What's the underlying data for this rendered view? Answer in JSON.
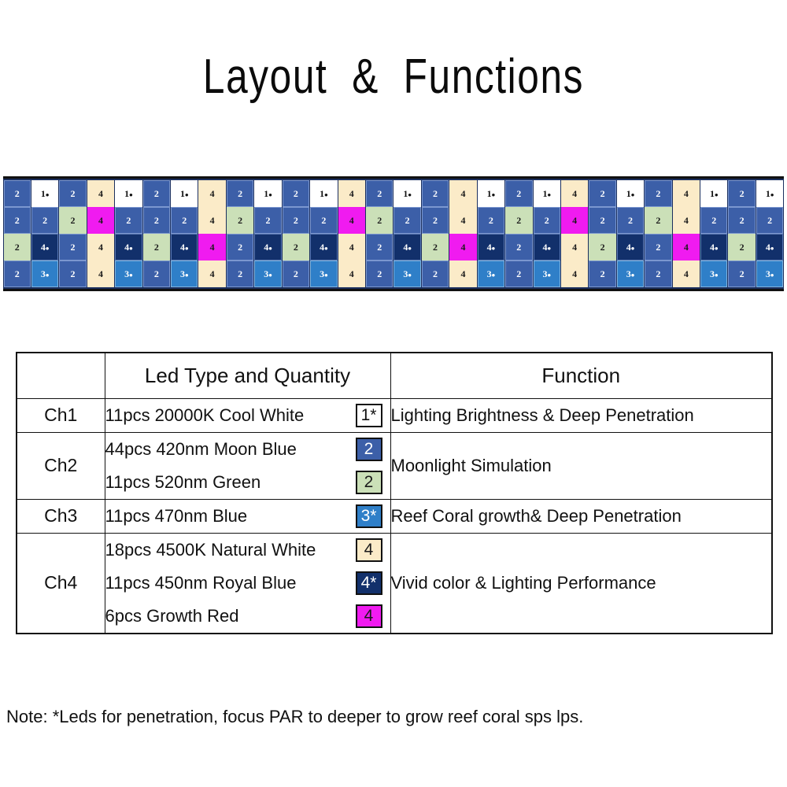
{
  "title": "Layout  &  Functions",
  "panel": {
    "name": "led-layout-panel",
    "colors": {
      "moon_blue": "#3C5FA8",
      "cool_white": "#FFFFFF",
      "natural_white": "#FBEBC8",
      "green": "#CBE0B8",
      "royal_blue": "#12306B",
      "blue_470": "#2F7FC8",
      "growth_red": "#F01BF0",
      "panel_background": "#1B2F5E"
    },
    "rows": [
      [
        {
          "label": "2",
          "cls": "c-blue"
        },
        {
          "label": "1",
          "star": true,
          "cls": "c-white"
        },
        {
          "label": "2",
          "cls": "c-blue"
        },
        {
          "label": "4",
          "cls": "c-cream"
        },
        {
          "label": "1",
          "star": true,
          "cls": "c-white"
        },
        {
          "label": "2",
          "cls": "c-blue"
        },
        {
          "label": "1",
          "star": true,
          "cls": "c-white"
        },
        {
          "label": "4",
          "cls": "c-cream"
        },
        {
          "label": "2",
          "cls": "c-blue"
        },
        {
          "label": "1",
          "star": true,
          "cls": "c-white"
        },
        {
          "label": "2",
          "cls": "c-blue"
        },
        {
          "label": "1",
          "star": true,
          "cls": "c-white"
        },
        {
          "label": "4",
          "cls": "c-cream"
        },
        {
          "label": "2",
          "cls": "c-blue"
        },
        {
          "label": "1",
          "star": true,
          "cls": "c-white"
        },
        {
          "label": "2",
          "cls": "c-blue"
        },
        {
          "label": "4",
          "cls": "c-cream"
        },
        {
          "label": "1",
          "star": true,
          "cls": "c-white"
        },
        {
          "label": "2",
          "cls": "c-blue"
        },
        {
          "label": "1",
          "star": true,
          "cls": "c-white"
        },
        {
          "label": "4",
          "cls": "c-cream"
        },
        {
          "label": "2",
          "cls": "c-blue"
        },
        {
          "label": "1",
          "star": true,
          "cls": "c-white"
        },
        {
          "label": "2",
          "cls": "c-blue"
        },
        {
          "label": "4",
          "cls": "c-cream"
        },
        {
          "label": "1",
          "star": true,
          "cls": "c-white"
        },
        {
          "label": "2",
          "cls": "c-blue"
        },
        {
          "label": "1",
          "star": true,
          "cls": "c-white"
        }
      ],
      [
        {
          "label": "2",
          "cls": "c-blue"
        },
        {
          "label": "2",
          "cls": "c-blue"
        },
        {
          "label": "2",
          "cls": "c-green"
        },
        {
          "label": "4",
          "cls": "c-mag"
        },
        {
          "label": "2",
          "cls": "c-blue"
        },
        {
          "label": "2",
          "cls": "c-blue"
        },
        {
          "label": "2",
          "cls": "c-blue"
        },
        {
          "label": "4",
          "cls": "c-cream"
        },
        {
          "label": "2",
          "cls": "c-green"
        },
        {
          "label": "2",
          "cls": "c-blue"
        },
        {
          "label": "2",
          "cls": "c-blue"
        },
        {
          "label": "2",
          "cls": "c-blue"
        },
        {
          "label": "4",
          "cls": "c-mag"
        },
        {
          "label": "2",
          "cls": "c-green"
        },
        {
          "label": "2",
          "cls": "c-blue"
        },
        {
          "label": "2",
          "cls": "c-blue"
        },
        {
          "label": "4",
          "cls": "c-cream"
        },
        {
          "label": "2",
          "cls": "c-blue"
        },
        {
          "label": "2",
          "cls": "c-green"
        },
        {
          "label": "2",
          "cls": "c-blue"
        },
        {
          "label": "4",
          "cls": "c-mag"
        },
        {
          "label": "2",
          "cls": "c-blue"
        },
        {
          "label": "2",
          "cls": "c-blue"
        },
        {
          "label": "2",
          "cls": "c-green"
        },
        {
          "label": "4",
          "cls": "c-cream"
        },
        {
          "label": "2",
          "cls": "c-blue"
        },
        {
          "label": "2",
          "cls": "c-blue"
        },
        {
          "label": "2",
          "cls": "c-blue"
        }
      ],
      [
        {
          "label": "2",
          "cls": "c-green"
        },
        {
          "label": "4",
          "star": true,
          "cls": "c-navy"
        },
        {
          "label": "2",
          "cls": "c-blue"
        },
        {
          "label": "4",
          "cls": "c-cream"
        },
        {
          "label": "4",
          "star": true,
          "cls": "c-navy"
        },
        {
          "label": "2",
          "cls": "c-green"
        },
        {
          "label": "4",
          "star": true,
          "cls": "c-navy"
        },
        {
          "label": "4",
          "cls": "c-mag"
        },
        {
          "label": "2",
          "cls": "c-blue"
        },
        {
          "label": "4",
          "star": true,
          "cls": "c-navy"
        },
        {
          "label": "2",
          "cls": "c-green"
        },
        {
          "label": "4",
          "star": true,
          "cls": "c-navy"
        },
        {
          "label": "4",
          "cls": "c-cream"
        },
        {
          "label": "2",
          "cls": "c-blue"
        },
        {
          "label": "4",
          "star": true,
          "cls": "c-navy"
        },
        {
          "label": "2",
          "cls": "c-green"
        },
        {
          "label": "4",
          "cls": "c-mag"
        },
        {
          "label": "4",
          "star": true,
          "cls": "c-navy"
        },
        {
          "label": "2",
          "cls": "c-blue"
        },
        {
          "label": "4",
          "star": true,
          "cls": "c-navy"
        },
        {
          "label": "4",
          "cls": "c-cream"
        },
        {
          "label": "2",
          "cls": "c-green"
        },
        {
          "label": "4",
          "star": true,
          "cls": "c-navy"
        },
        {
          "label": "2",
          "cls": "c-blue"
        },
        {
          "label": "4",
          "cls": "c-mag"
        },
        {
          "label": "4",
          "star": true,
          "cls": "c-navy"
        },
        {
          "label": "2",
          "cls": "c-green"
        },
        {
          "label": "4",
          "star": true,
          "cls": "c-navy"
        }
      ],
      [
        {
          "label": "2",
          "cls": "c-blue"
        },
        {
          "label": "3",
          "star": true,
          "cls": "c-ltblue"
        },
        {
          "label": "2",
          "cls": "c-blue"
        },
        {
          "label": "4",
          "cls": "c-cream"
        },
        {
          "label": "3",
          "star": true,
          "cls": "c-ltblue"
        },
        {
          "label": "2",
          "cls": "c-blue"
        },
        {
          "label": "3",
          "star": true,
          "cls": "c-ltblue"
        },
        {
          "label": "4",
          "cls": "c-cream"
        },
        {
          "label": "2",
          "cls": "c-blue"
        },
        {
          "label": "3",
          "star": true,
          "cls": "c-ltblue"
        },
        {
          "label": "2",
          "cls": "c-blue"
        },
        {
          "label": "3",
          "star": true,
          "cls": "c-ltblue"
        },
        {
          "label": "4",
          "cls": "c-cream"
        },
        {
          "label": "2",
          "cls": "c-blue"
        },
        {
          "label": "3",
          "star": true,
          "cls": "c-ltblue"
        },
        {
          "label": "2",
          "cls": "c-blue"
        },
        {
          "label": "4",
          "cls": "c-cream"
        },
        {
          "label": "3",
          "star": true,
          "cls": "c-ltblue"
        },
        {
          "label": "2",
          "cls": "c-blue"
        },
        {
          "label": "3",
          "star": true,
          "cls": "c-ltblue"
        },
        {
          "label": "4",
          "cls": "c-cream"
        },
        {
          "label": "2",
          "cls": "c-blue"
        },
        {
          "label": "3",
          "star": true,
          "cls": "c-ltblue"
        },
        {
          "label": "2",
          "cls": "c-blue"
        },
        {
          "label": "4",
          "cls": "c-cream"
        },
        {
          "label": "3",
          "star": true,
          "cls": "c-ltblue"
        },
        {
          "label": "2",
          "cls": "c-blue"
        },
        {
          "label": "3",
          "star": true,
          "cls": "c-ltblue"
        }
      ]
    ]
  },
  "table": {
    "headers": {
      "channel": "",
      "led_type": "Led Type and Quantity",
      "function": "Function"
    },
    "rows": [
      {
        "channel": "Ch1",
        "leds": [
          {
            "text": "11pcs 20000K Cool White",
            "swatch_label": "1*",
            "swatch_cls": "s-white"
          }
        ],
        "function": "Lighting Brightness & Deep Penetration"
      },
      {
        "channel": "Ch2",
        "leds": [
          {
            "text": "44pcs 420nm Moon Blue",
            "swatch_label": "2",
            "swatch_cls": "s-blue"
          },
          {
            "text": "11pcs 520nm Green",
            "swatch_label": "2",
            "swatch_cls": "s-green"
          }
        ],
        "function": "Moonlight Simulation"
      },
      {
        "channel": "Ch3",
        "leds": [
          {
            "text": "11pcs 470nm Blue",
            "swatch_label": "3*",
            "swatch_cls": "s-ltblue"
          }
        ],
        "function": "Reef Coral growth& Deep Penetration"
      },
      {
        "channel": "Ch4",
        "leds": [
          {
            "text": "18pcs 4500K Natural White",
            "swatch_label": "4",
            "swatch_cls": "s-cream"
          },
          {
            "text": "11pcs 450nm Royal Blue",
            "swatch_label": "4*",
            "swatch_cls": "s-navy"
          },
          {
            "text": "6pcs Growth Red",
            "swatch_label": "4",
            "swatch_cls": "s-mag"
          }
        ],
        "function": "Vivid color & Lighting Performance"
      }
    ]
  },
  "note": "Note: *Leds for penetration, focus PAR to deeper to grow reef coral sps lps."
}
